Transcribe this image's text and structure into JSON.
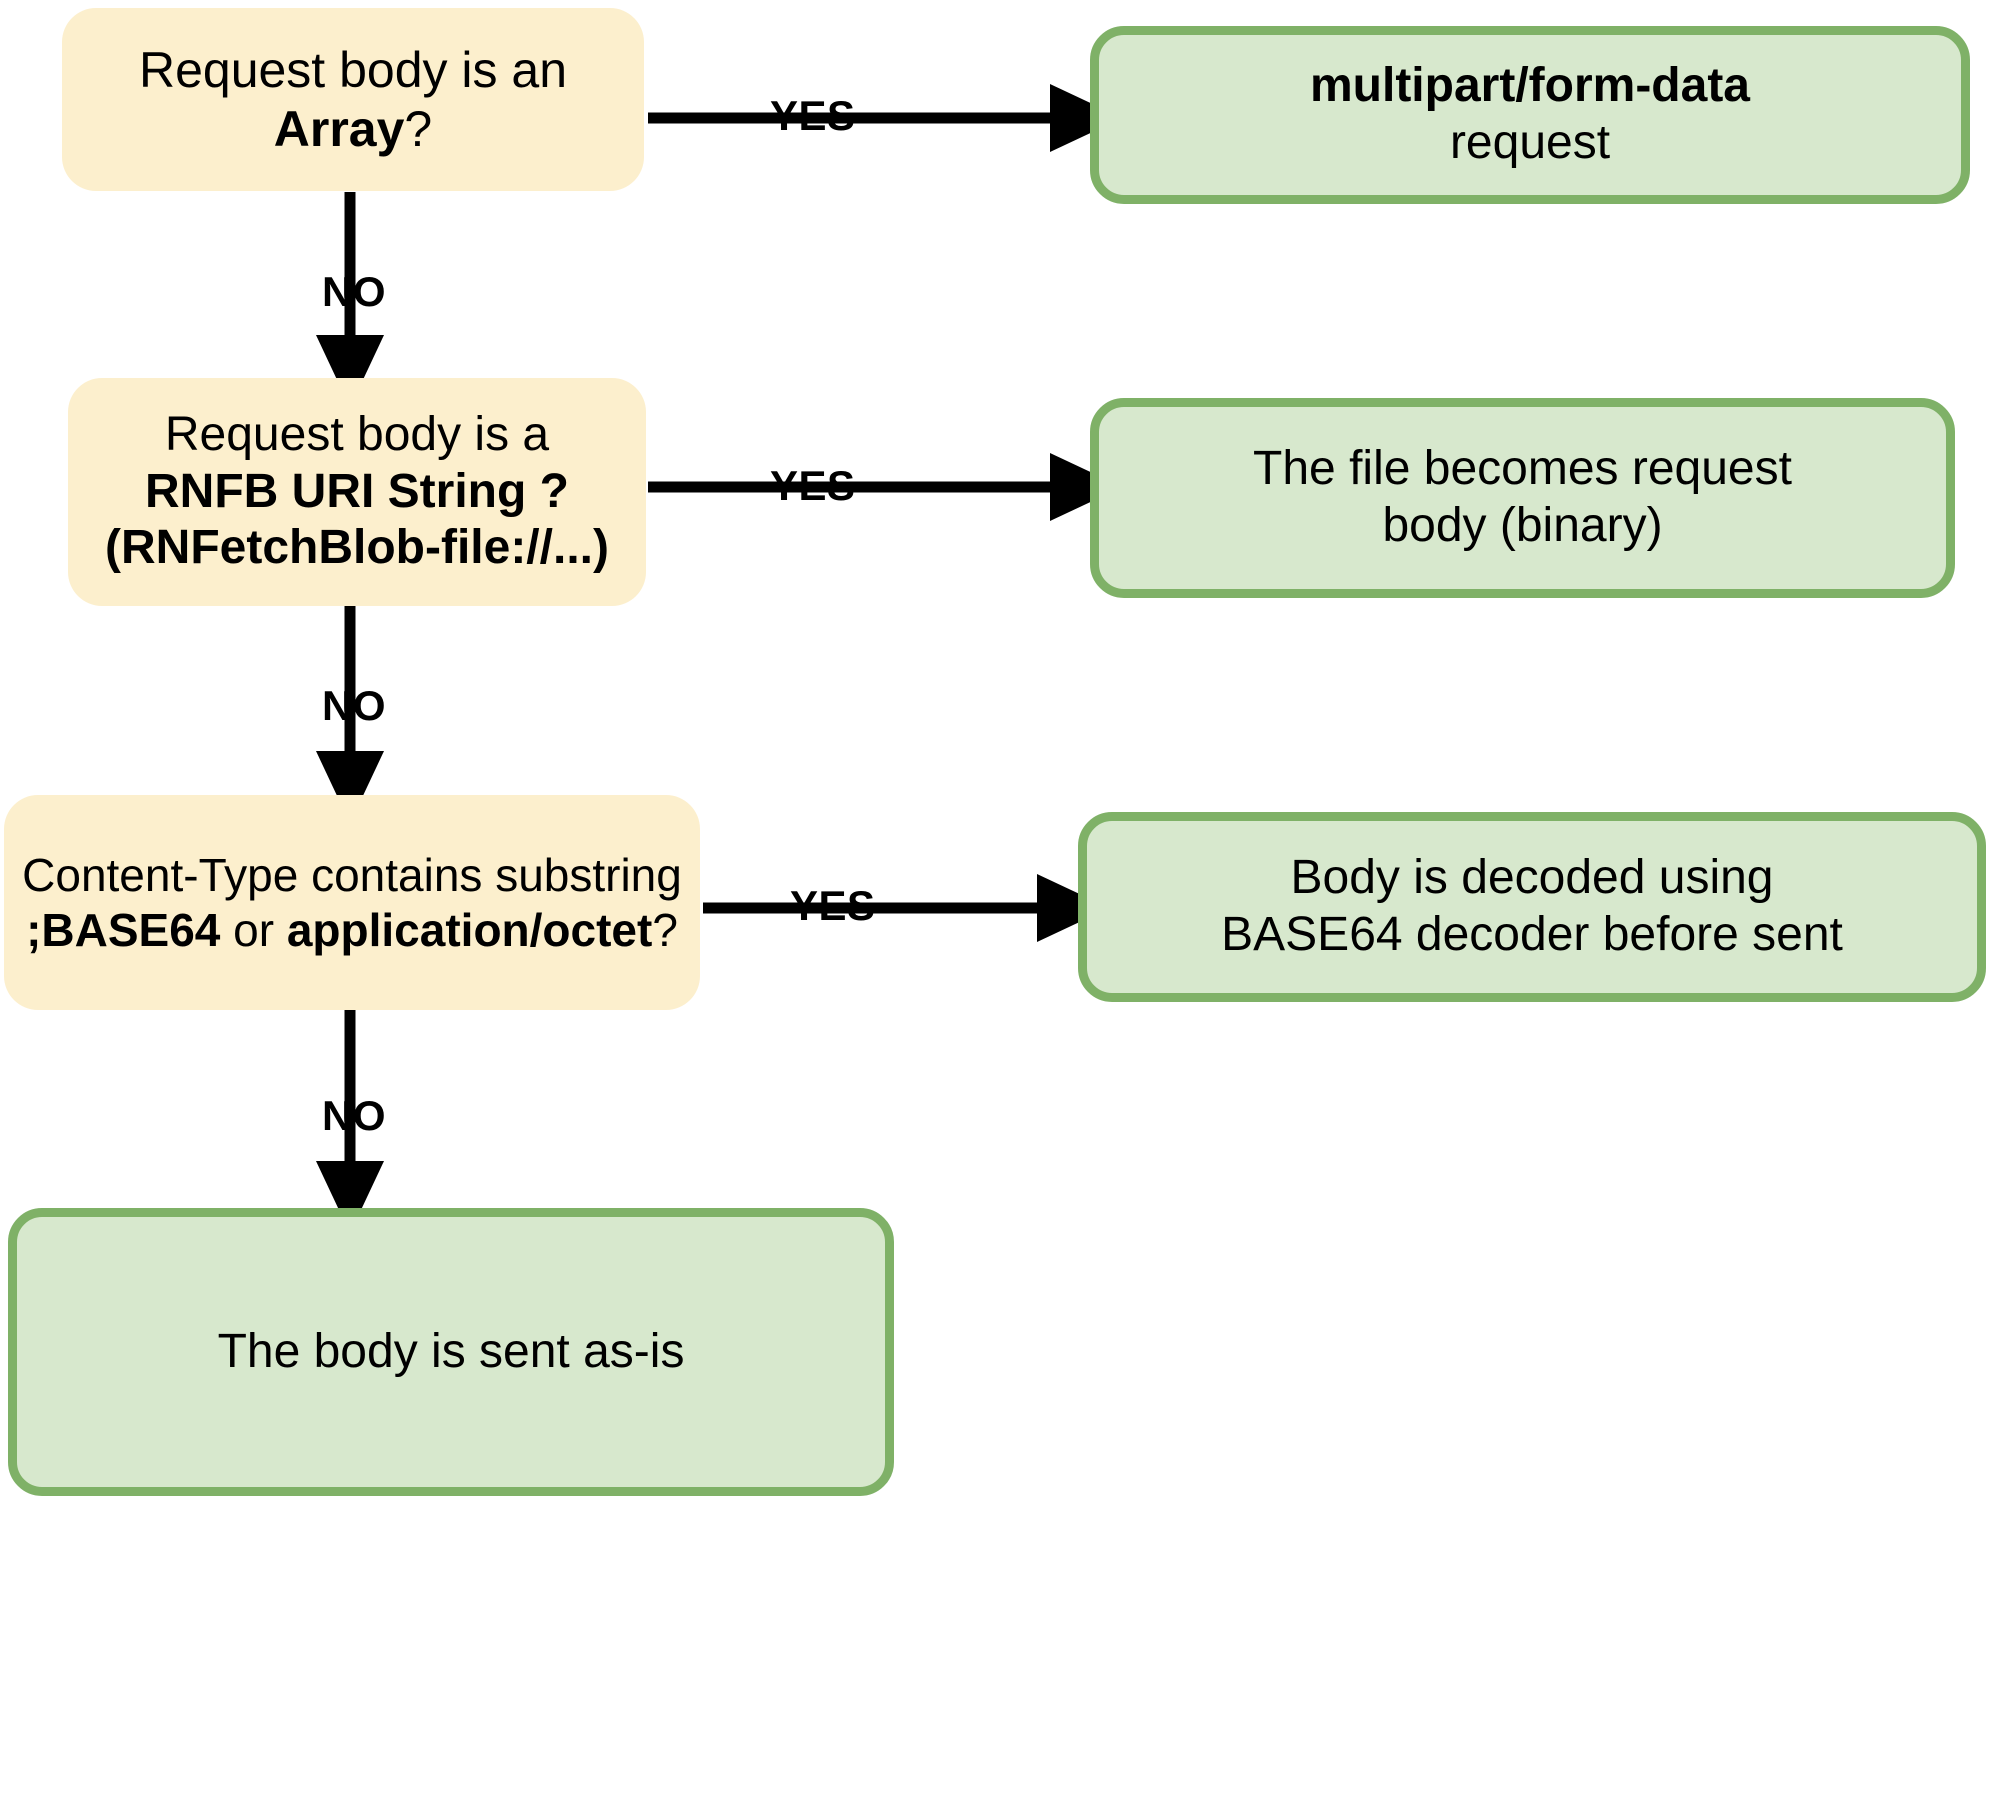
{
  "diagram": {
    "title": "Request body handling decision flow",
    "colors": {
      "decision_fill": "#fcefcd",
      "decision_border": "#d9b955",
      "terminal_fill": "#d7e8cd",
      "terminal_border": "#7fb167",
      "connector": "#000000"
    },
    "nodes": {
      "d1": {
        "kind": "decision",
        "line1_prefix": "Request body is an ",
        "line1_bold": "Array",
        "line1_suffix": "?"
      },
      "t1": {
        "kind": "terminal",
        "line1_bold": "multipart/form-data",
        "line2": "request"
      },
      "d2": {
        "kind": "decision",
        "line1": "Request body is a",
        "line2_bold": "RNFB URI String ?",
        "line3_bold": "(RNFetchBlob-file://...)"
      },
      "t2": {
        "kind": "terminal",
        "line1": "The file becomes request",
        "line2": "body (binary)"
      },
      "d3": {
        "kind": "decision",
        "line1": "Content-Type contains substring",
        "line2_bold_a": ";BASE64",
        "line2_mid": " or ",
        "line2_bold_b": "application/octet",
        "line2_suffix": "?"
      },
      "t3": {
        "kind": "terminal",
        "line1": "Body is decoded using",
        "line2": "BASE64 decoder before sent"
      },
      "t4": {
        "kind": "terminal",
        "line1": "The body is sent as-is"
      }
    },
    "edges": {
      "yes1": "YES",
      "no1": "NO",
      "yes2": "YES",
      "no2": "NO",
      "yes3": "YES",
      "no3": "NO"
    }
  }
}
